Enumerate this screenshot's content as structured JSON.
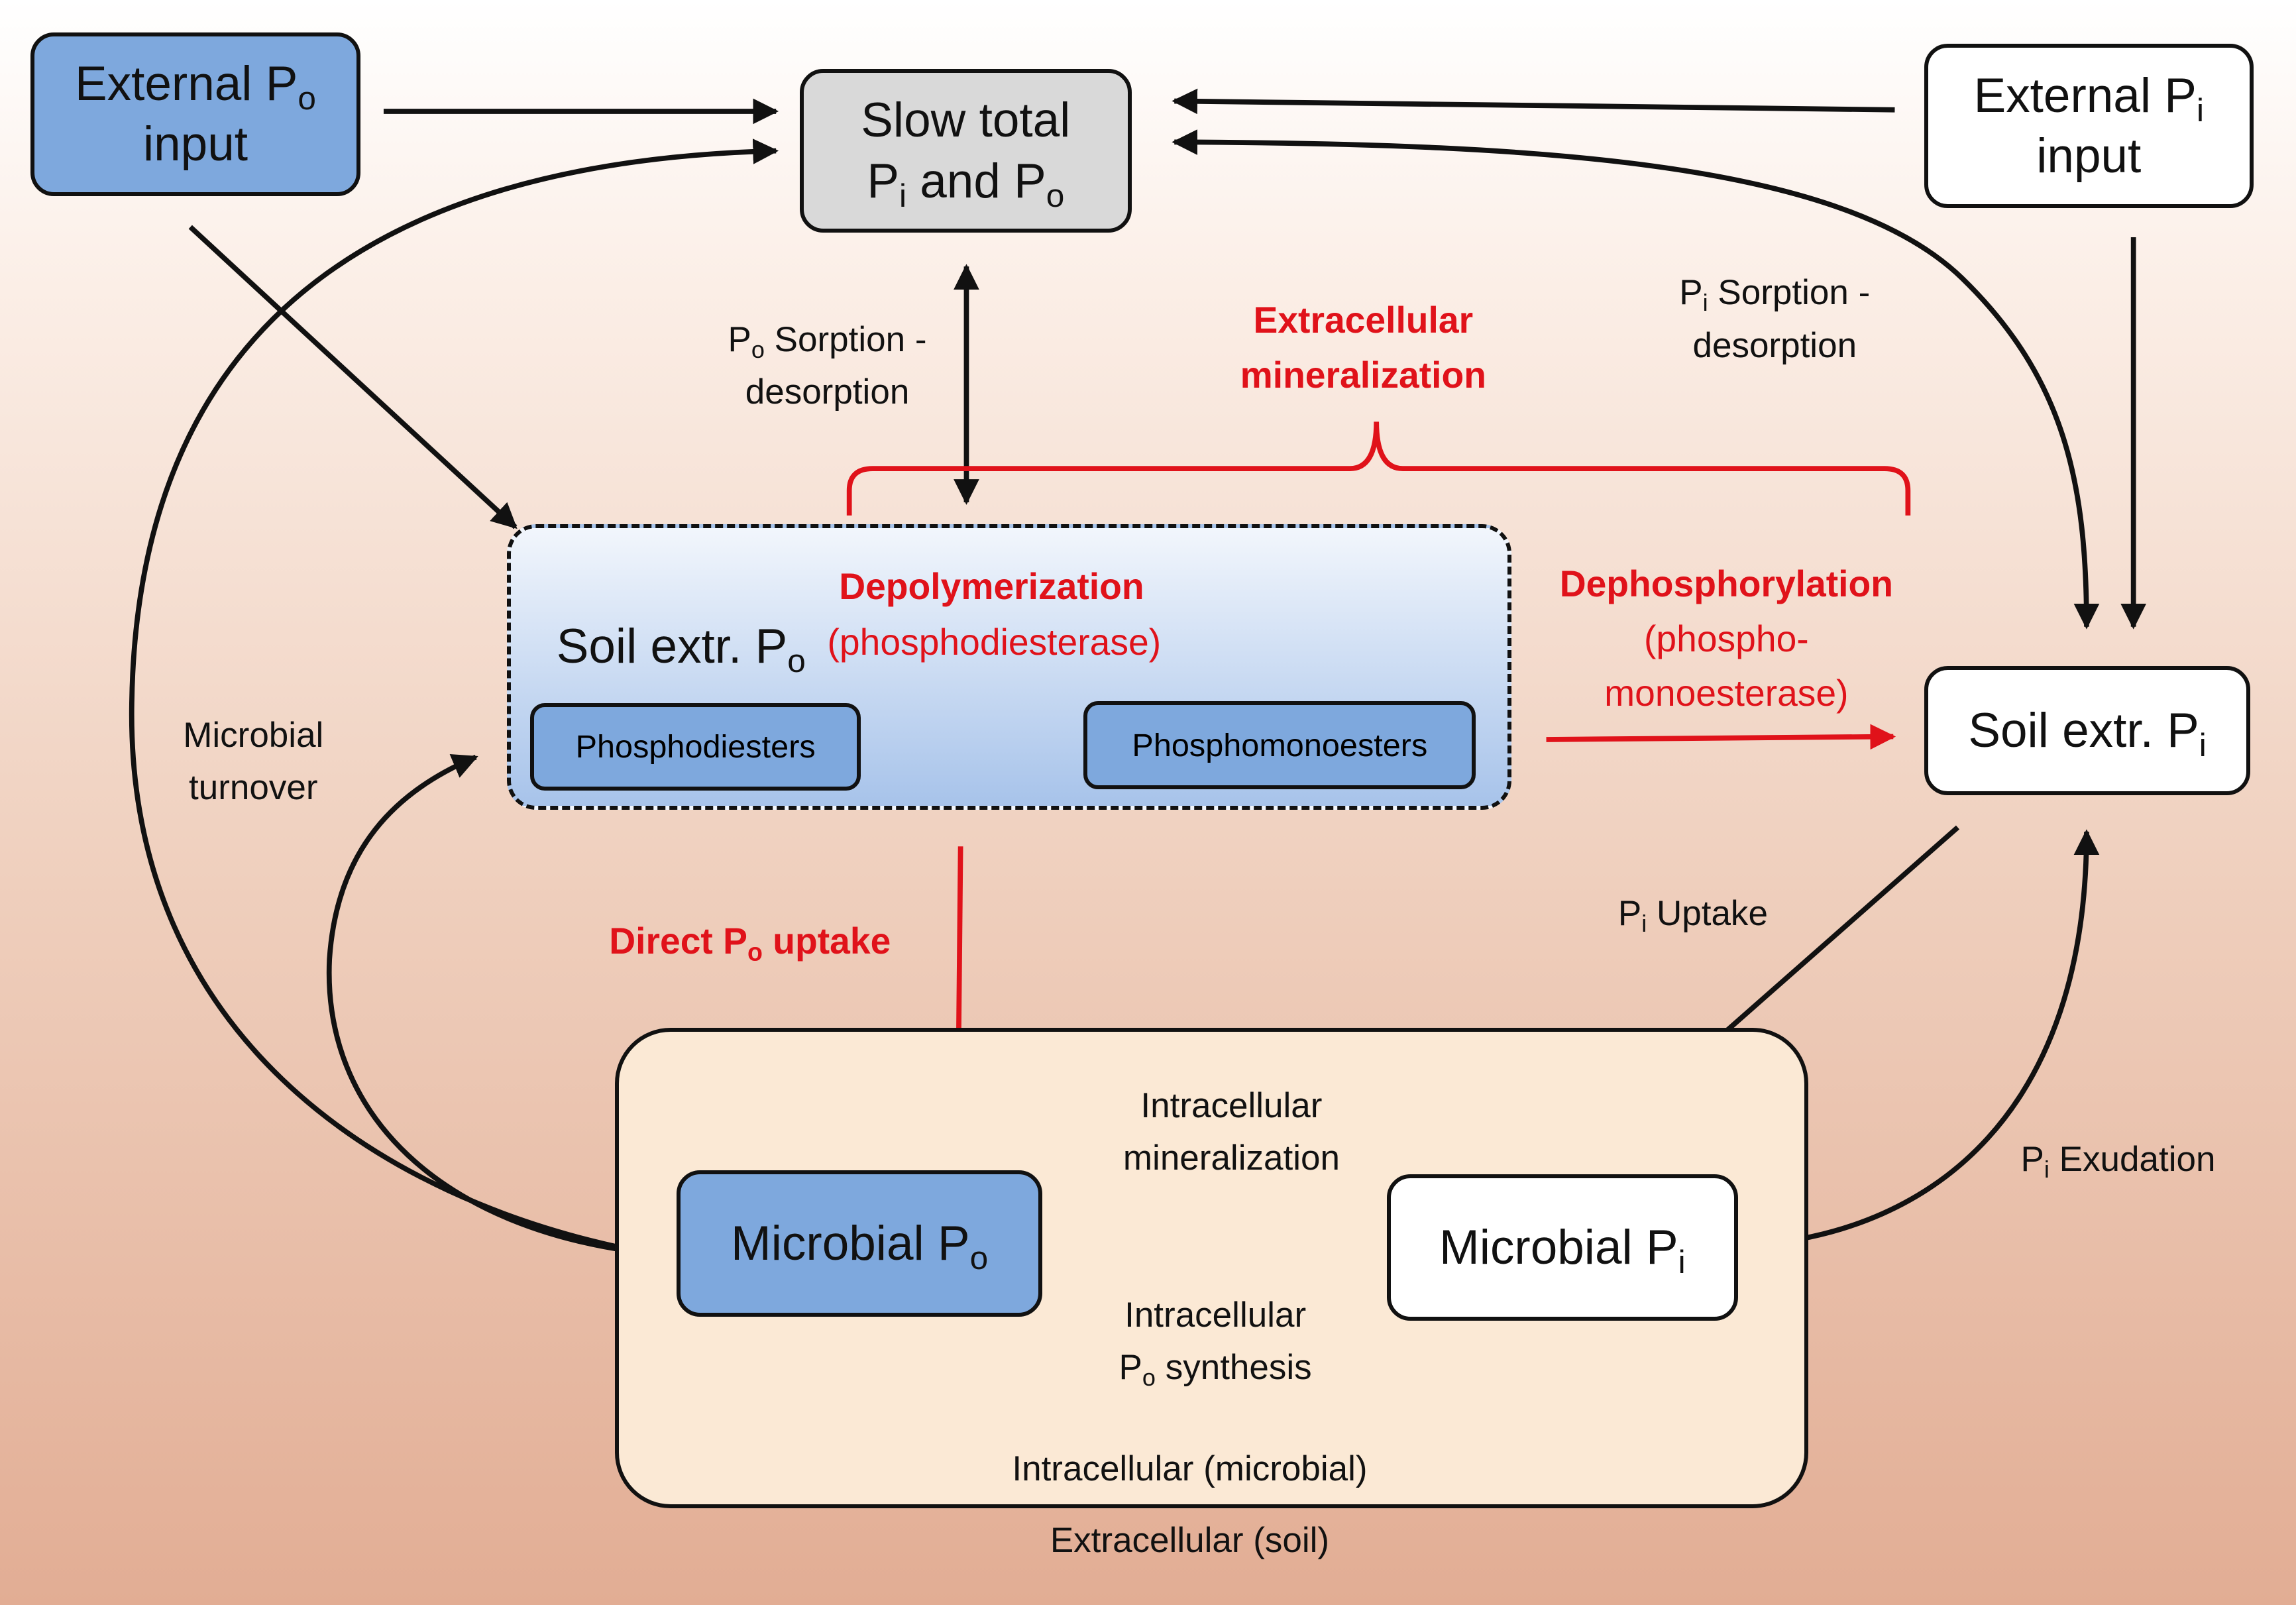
{
  "colors": {
    "accent_red": "#e0121a",
    "box_blue": "#7ea8dd",
    "box_gray": "#d9d9d9",
    "background_bottom": "#e2ad94"
  },
  "nodes": {
    "external_po": {
      "text": "External P",
      "sub": "o",
      "line2": "input"
    },
    "slow_total": {
      "line1": "Slow total",
      "line2_pre": "P",
      "sub1": "i",
      "line2_mid": " and P",
      "sub2": "o"
    },
    "external_pi": {
      "text": "External P",
      "sub": "i",
      "line2": "input"
    },
    "soil_extr_po": {
      "text": "Soil extr. P",
      "sub": "o"
    },
    "phosphodiesters": "Phosphodiesters",
    "phosphomonoesters": "Phosphomonoesters",
    "soil_extr_pi": {
      "text": "Soil extr. P",
      "sub": "i"
    },
    "microbial_po": {
      "text": "Microbial P",
      "sub": "o"
    },
    "microbial_pi": {
      "text": "Microbial P",
      "sub": "i"
    }
  },
  "labels": {
    "po_sorption": {
      "pre": "P",
      "sub": "o",
      "post": " Sorption -",
      "line2": "desorption"
    },
    "pi_sorption": {
      "pre": "P",
      "sub": "i",
      "post": " Sorption -",
      "line2": "desorption"
    },
    "extracellular_mineralization": {
      "line1": "Extracellular",
      "line2": "mineralization"
    },
    "depolymerization": "Depolymerization",
    "phosphodiesterase": "(phosphodiesterase)",
    "dephosphorylation": {
      "line1": "Dephosphorylation",
      "line2": "(phospho-",
      "line3": "monoesterase)"
    },
    "microbial_turnover": {
      "line1": "Microbial",
      "line2": "turnover"
    },
    "direct_po_uptake": {
      "pre": "Direct P",
      "sub": "o",
      "post": " uptake"
    },
    "pi_uptake": {
      "pre": "P",
      "sub": "i",
      "post": " Uptake"
    },
    "pi_exudation": {
      "pre": "P",
      "sub": "i",
      "post": " Exudation"
    },
    "intracellular_mineralization": {
      "line1": "Intracellular",
      "line2": "mineralization"
    },
    "intracellular_po_synthesis": {
      "line1": "Intracellular",
      "line2_pre": "P",
      "sub": "o",
      "line2_post": " synthesis"
    },
    "intracellular_region": "Intracellular (microbial)",
    "extracellular_region": "Extracellular (soil)"
  }
}
